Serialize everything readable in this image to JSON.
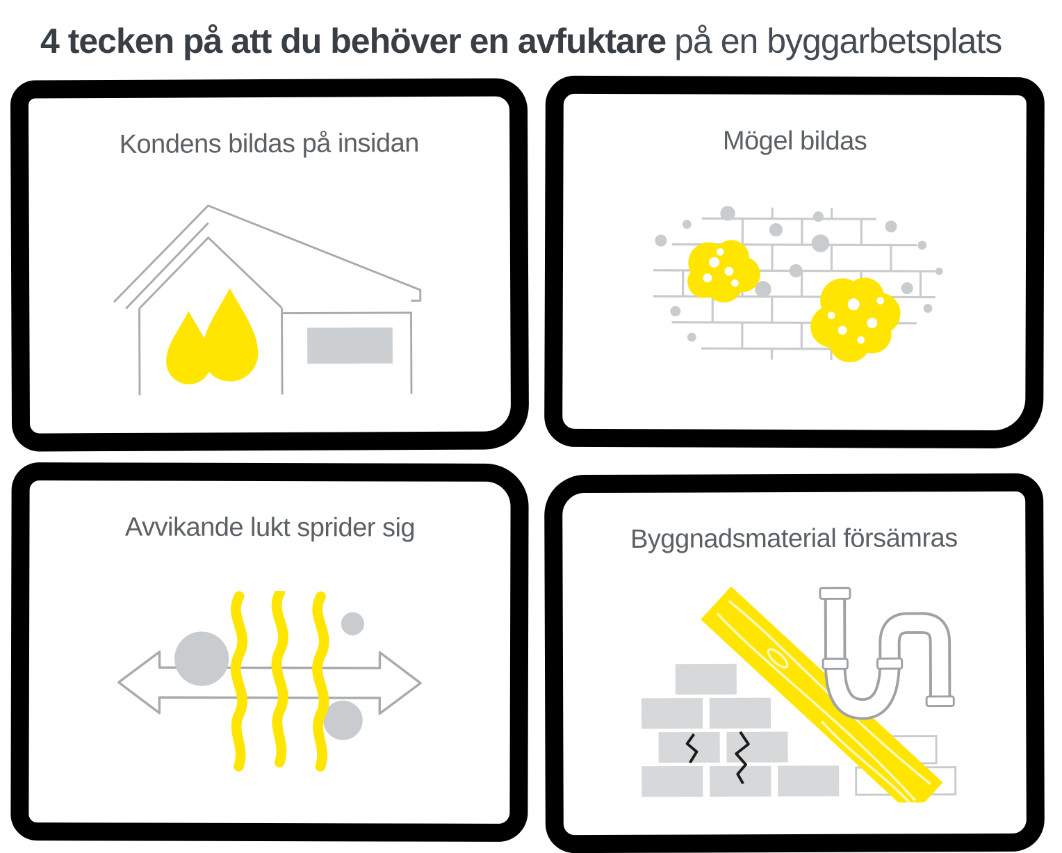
{
  "title": {
    "bold": "4 tecken på att du behöver en avfuktare",
    "regular": "på en byggarbetsplats"
  },
  "panels": [
    {
      "id": "condensation",
      "label": "Kondens bildas på insidan",
      "icon": "house-condensation-icon"
    },
    {
      "id": "mold",
      "label": "Mögel bildas",
      "icon": "mold-wall-icon"
    },
    {
      "id": "odor",
      "label": "Avvikande lukt sprider sig",
      "icon": "odor-spread-icon"
    },
    {
      "id": "materials",
      "label": "Byggnadsmaterial försämras",
      "icon": "deteriorating-materials-icon"
    }
  ],
  "colors": {
    "accent_yellow": "#FFE500",
    "title_text": "#383E44",
    "panel_label_text": "#5B6065",
    "outline_gray": "#A7ABAE",
    "fill_gray": "#C9CCCE",
    "brick_gray": "#D6D8DA",
    "panel_border": "#000000",
    "background": "#FFFFFF"
  }
}
